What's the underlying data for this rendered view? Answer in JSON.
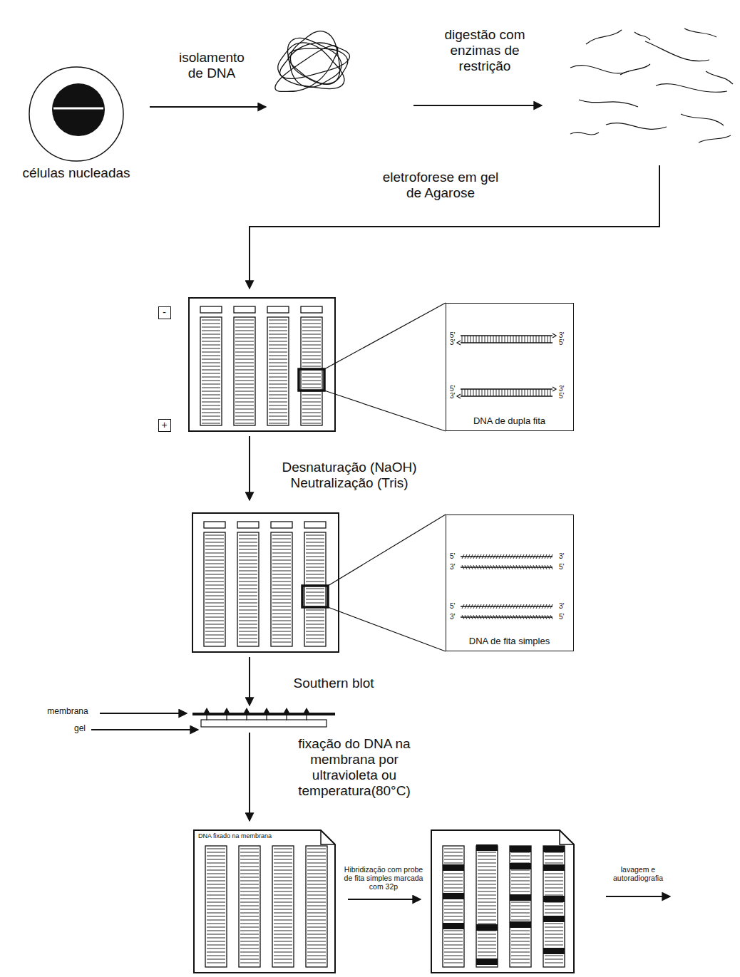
{
  "diagram": {
    "nodes": [
      {
        "text": [
          "células nucleadas"
        ]
      },
      {
        "text": [
          "-"
        ]
      },
      {
        "text": [
          "+"
        ]
      },
      {
        "text": [
          "5'",
          "3'",
          "3'",
          "5'",
          "5'",
          "3'",
          "3'",
          "5'",
          "DNA de dupla fita"
        ]
      },
      {
        "text": [
          "5'",
          "3'",
          "3'",
          "5'",
          "5'",
          "3'",
          "3'",
          "5'",
          "DNA de fita simples"
        ]
      },
      {
        "text": [
          "DNA fixado na membrana"
        ]
      }
    ],
    "labels": [
      "isolamento de DNA",
      "digestão com enzimas de restrição",
      "eletroforese em gel de Agarose",
      "Desnaturação (NaOH) Neutralização (Tris)",
      "Southern blot",
      "membrana",
      "gel",
      "fixação do DNA na membrana por ultravioleta ou temperatura(80°C)",
      "Hibridização com probe de fita simples marcada com 32p",
      "lavagem e autoradiografia"
    ]
  }
}
